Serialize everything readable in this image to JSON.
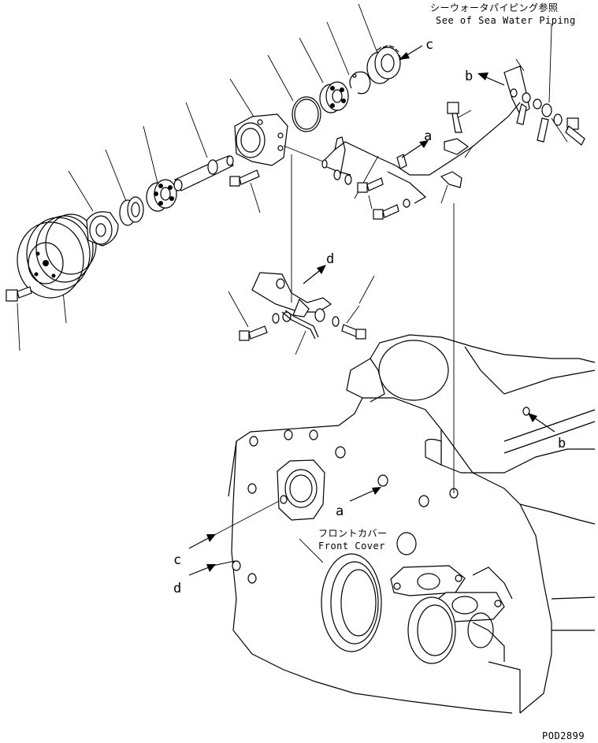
{
  "labels": {
    "sea_water_jp": "シーウォータパイピング参照",
    "sea_water_en": "See of Sea Water Piping",
    "front_cover_jp": "フロントカバー",
    "front_cover_en": "Front Cover",
    "drawing_no": "POD2899"
  },
  "callouts": {
    "c_top": "c",
    "b_top": "b",
    "a_top": "a",
    "d_mid": "d",
    "b_right": "b",
    "a_lower": "a",
    "c_lower": "c",
    "d_lower": "d"
  }
}
